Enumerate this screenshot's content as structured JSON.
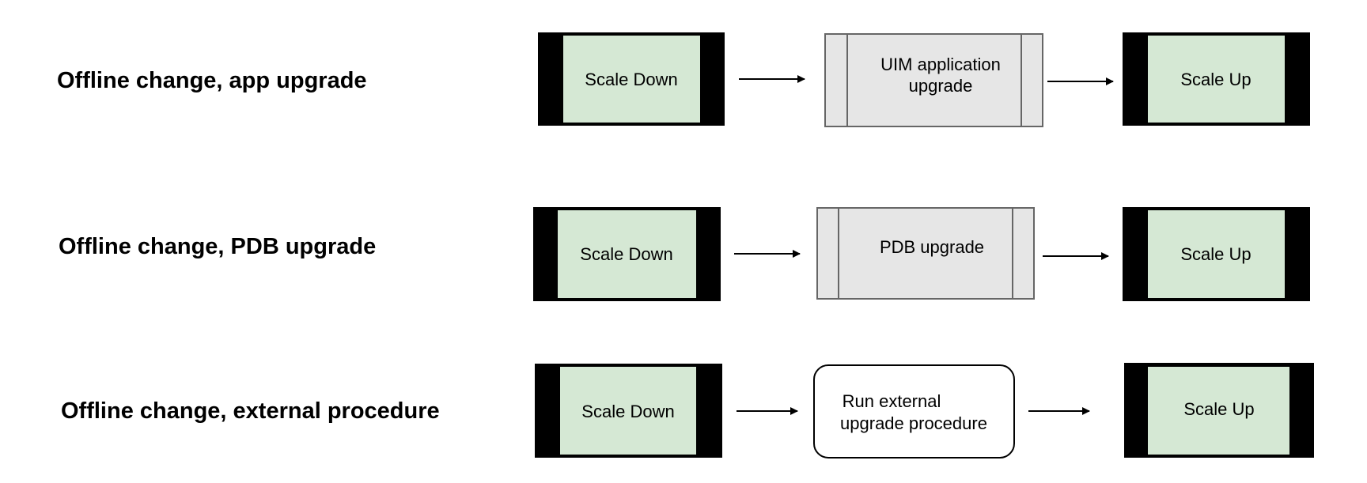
{
  "colors": {
    "scale_box_fill": "#d5e8d4",
    "scale_box_border": "#000000",
    "process_box_fill": "#e6e6e6",
    "process_box_border": "#666666",
    "rounded_box_fill": "#ffffff",
    "rounded_box_border": "#000000",
    "arrow": "#000000",
    "text": "#000000"
  },
  "rows": [
    {
      "label": "Offline change, app upgrade",
      "scale_down": "Scale Down",
      "middle_line1": "UIM application",
      "middle_line2": "upgrade",
      "scale_up": "Scale Up"
    },
    {
      "label": "Offline change, PDB upgrade",
      "scale_down": "Scale Down",
      "middle_line1": "PDB upgrade",
      "scale_up": "Scale Up"
    },
    {
      "label": "Offline change, external procedure",
      "scale_down": "Scale Down",
      "middle_line1": "Run external",
      "middle_line2": "upgrade procedure",
      "scale_up": "Scale Up"
    }
  ]
}
